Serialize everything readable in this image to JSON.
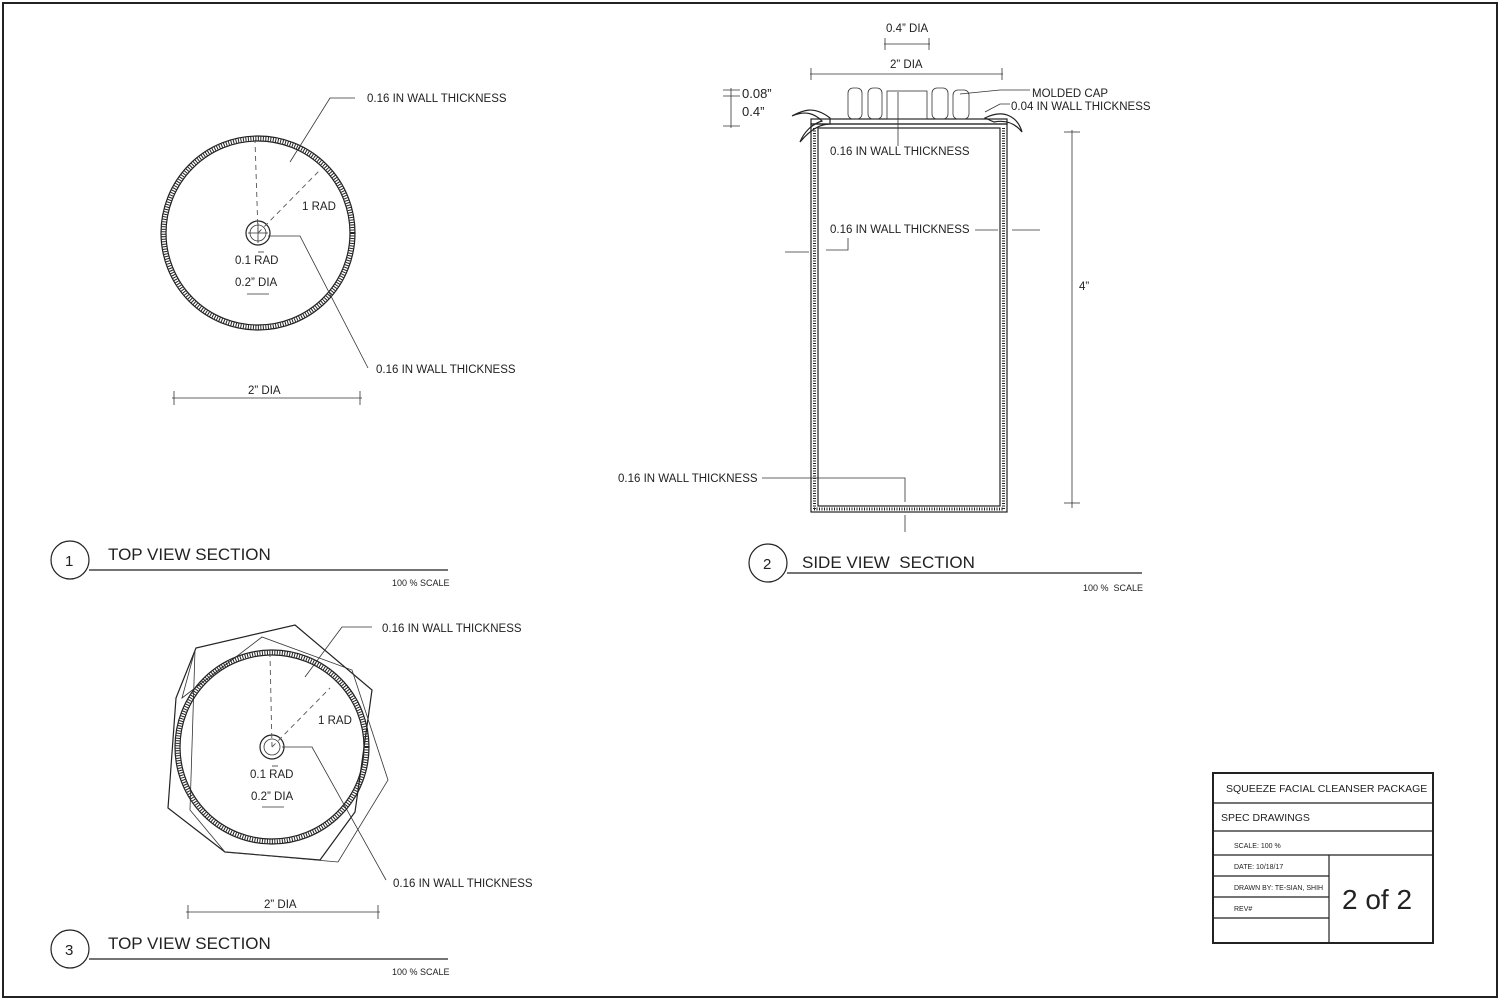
{
  "sheet": {
    "border_color": "#222222",
    "views": {
      "top_view_1": {
        "number": "1",
        "title": "TOP VIEW SECTION",
        "scale": "100 % SCALE",
        "labels": {
          "wall_upper": "0.16 IN WALL THICKNESS",
          "radius": "1 RAD",
          "inner_radius": "0.1 RAD",
          "inner_dia": "0.2” DIA",
          "wall_lower": "0.16 IN WALL THICKNESS",
          "outer_dia": "2” DIA"
        }
      },
      "side_view_2": {
        "number": "2",
        "title": "SIDE VIEW  SECTION",
        "scale": "100 %  SCALE",
        "labels": {
          "nozzle_dia": "0.4” DIA",
          "cap_dia": "2” DIA",
          "cap_height_a": "0.08”",
          "cap_height_b": "0.4”",
          "molded_cap": "MOLDED CAP",
          "cap_wall": "0.04 IN WALL THICKNESS",
          "wall_top": "0.16 IN WALL THICKNESS",
          "wall_mid": "0.16 IN WALL THICKNESS",
          "height": "4”",
          "wall_bottom": "0.16 IN WALL THICKNESS"
        }
      },
      "top_view_3": {
        "number": "3",
        "title": "TOP VIEW SECTION",
        "scale": "100 % SCALE",
        "labels": {
          "wall_upper": "0.16 IN WALL THICKNESS",
          "radius": "1 RAD",
          "inner_radius": "0.1 RAD",
          "inner_dia": "0.2” DIA",
          "wall_lower": "0.16 IN WALL THICKNESS",
          "outer_dia": "2” DIA"
        }
      }
    },
    "title_block": {
      "project": "SQUEEZE FACIAL CLEANSER PACKAGE",
      "subtitle": "SPEC DRAWINGS",
      "scale": "SCALE: 100 %",
      "date": "DATE: 10/18/17",
      "drawn_by": "DRAWN BY: TE-SIAN, SHIH",
      "rev": "REV#",
      "sheet": "2 of 2"
    }
  }
}
